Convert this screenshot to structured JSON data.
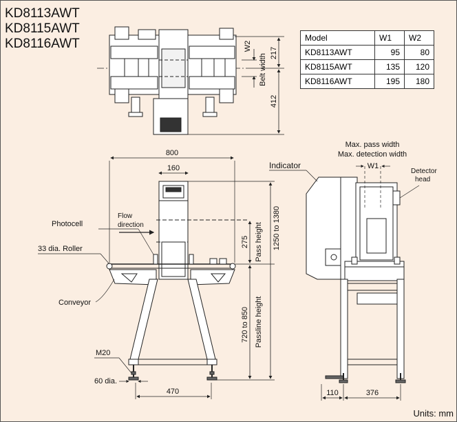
{
  "models": [
    "KD8113AWT",
    "KD8115AWT",
    "KD8116AWT"
  ],
  "table": {
    "headers": [
      "Model",
      "W1",
      "W2"
    ],
    "rows": [
      [
        "KD8113AWT",
        "95",
        "80"
      ],
      [
        "KD8115AWT",
        "135",
        "120"
      ],
      [
        "KD8116AWT",
        "195",
        "180"
      ]
    ]
  },
  "top_view": {
    "w2": "W2",
    "belt_width": "Belt width",
    "dim_217": "217",
    "dim_412": "412"
  },
  "front_view": {
    "dim_800": "800",
    "dim_160": "160",
    "flow_1": "Flow",
    "flow_2": "direction",
    "photocell": "Photocell",
    "roller": "33 dia. Roller",
    "conveyor": "Conveyor",
    "m20": "M20",
    "foot": "60 dia.",
    "dim_470": "470",
    "dim_275": "275",
    "pass_height": "Pass height",
    "dim_1250": "1250 to 1380",
    "dim_720": "720 to 850",
    "passline_height": "Passline height"
  },
  "side_view": {
    "max_pass": "Max. pass width",
    "max_detect": "Max. detection width",
    "w1": "W1",
    "indicator": "Indicator",
    "detector_1": "Detector",
    "detector_2": "head",
    "dim_110": "110",
    "dim_376": "376"
  },
  "units": "Units: mm"
}
